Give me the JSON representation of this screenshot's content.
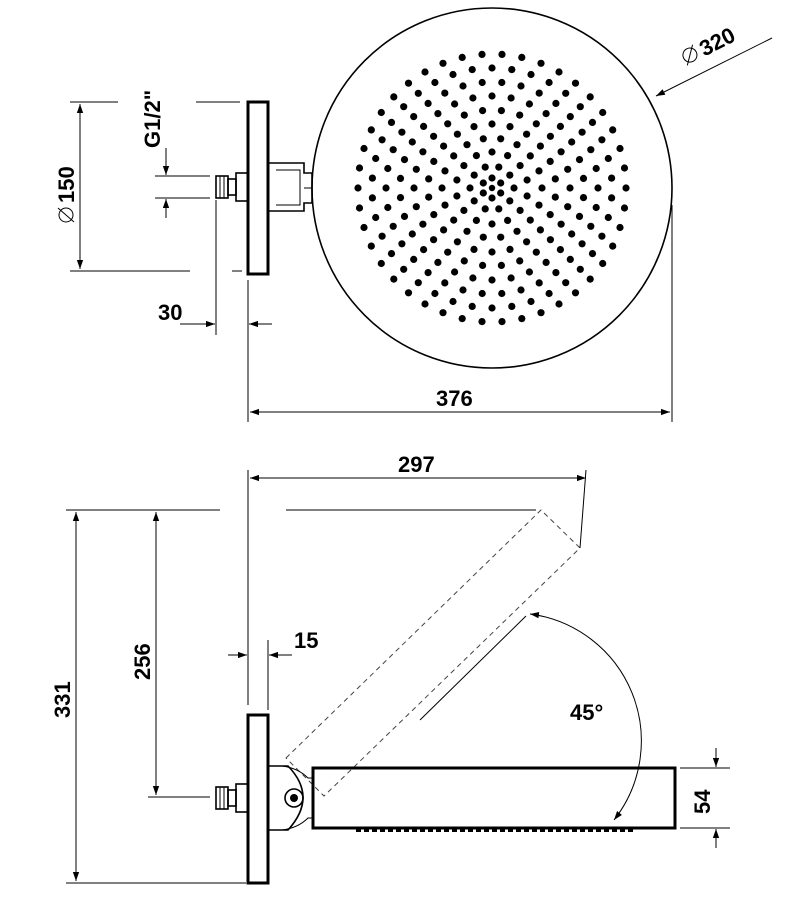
{
  "top_view": {
    "dims": {
      "shower_head_diameter": "320",
      "flange_diameter": "150",
      "thread": "G1/2\"",
      "connector_depth": "30",
      "total_length": "376"
    }
  },
  "side_view": {
    "dims": {
      "arm_projection": "297",
      "total_height": "331",
      "connection_height": "256",
      "flange_thickness": "15",
      "tilt_angle": "45°",
      "head_thickness": "54"
    }
  }
}
